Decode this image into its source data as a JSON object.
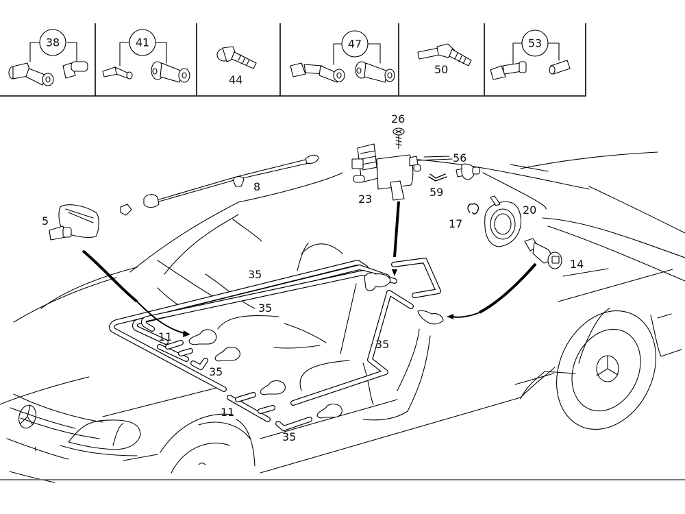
{
  "diagram": {
    "type": "exploded parts diagram",
    "subject": "headlamp / windshield washer system on sedan",
    "variant_panel": {
      "cells": [
        {
          "label": "38",
          "circled": true
        },
        {
          "label": "41",
          "circled": true
        },
        {
          "label": "44",
          "circled": false
        },
        {
          "label": "47",
          "circled": true
        },
        {
          "label": "50",
          "circled": false
        },
        {
          "label": "53",
          "circled": true
        }
      ]
    },
    "callouts": {
      "c5": "5",
      "c8": "8",
      "c11a": "11",
      "c11b": "11",
      "c14": "14",
      "c17": "17",
      "c20": "20",
      "c23": "23",
      "c26": "26",
      "c35a": "35",
      "c35b": "35",
      "c35c": "35",
      "c35d": "35",
      "c35e": "35",
      "c56": "56",
      "c59": "59"
    }
  }
}
